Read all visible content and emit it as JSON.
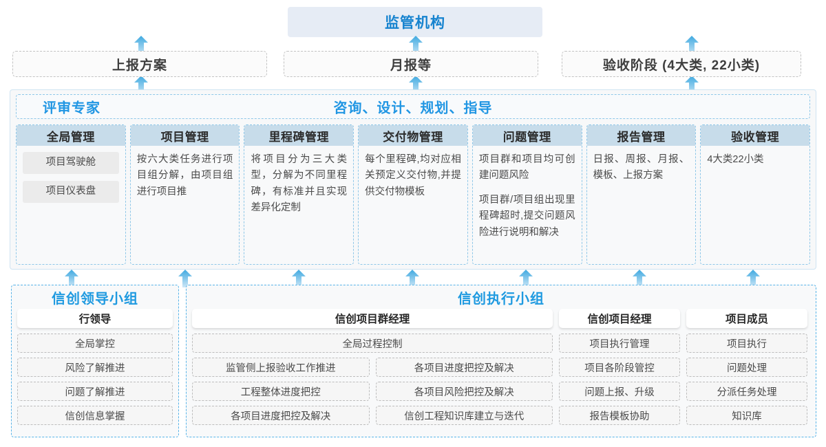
{
  "top": {
    "authority": "监管机构"
  },
  "reports": [
    {
      "label": "上报方案"
    },
    {
      "label": "月报等"
    },
    {
      "label": "验收阶段 (4大类, 22小类)"
    }
  ],
  "mid": {
    "left_label": "评审专家",
    "center_label": "咨询、设计、规划、指导",
    "cards": [
      {
        "title": "全局管理",
        "pills": [
          "项目驾驶舱",
          "项目仪表盘"
        ],
        "paragraphs": []
      },
      {
        "title": "项目管理",
        "pills": [],
        "paragraphs": [
          "按六大类任务进行项目组分解，由项目组进行项目推"
        ]
      },
      {
        "title": "里程碑管理",
        "pills": [],
        "paragraphs": [
          "将项目分为三大类型，分解为不同里程碑，有标准并且实现差异化定制"
        ]
      },
      {
        "title": "交付物管理",
        "pills": [],
        "paragraphs": [
          "每个里程碑,均对应相关预定义交付物,并提供交付物模板"
        ]
      },
      {
        "title": "问题管理",
        "pills": [],
        "paragraphs": [
          "项目群和项目均可创建问题风险",
          "项目群/项目组出现里程碑超时,提交问题风险进行说明和解决"
        ]
      },
      {
        "title": "报告管理",
        "pills": [],
        "paragraphs": [
          "日报、周报、月报、模板、上报方案"
        ]
      },
      {
        "title": "验收管理",
        "pills": [],
        "paragraphs": [
          "4大类22小类"
        ]
      }
    ]
  },
  "bottom": {
    "leader_group": {
      "title": "信创领导小组",
      "role": "行领导",
      "tasks": [
        "全局掌控",
        "风险了解推进",
        "问题了解推进",
        "信创信息掌握"
      ]
    },
    "exec_group": {
      "title": "信创执行小组",
      "program_manager": {
        "role": "信创项目群经理",
        "full_task": "全局过程控制",
        "left_tasks": [
          "监管侧上报验收工作推进",
          "工程整体进度把控",
          "各项目进度把控及解决"
        ],
        "right_tasks": [
          "各项目进度把控及解决",
          "各项目风险把控及解决",
          "信创工程知识库建立与迭代"
        ]
      },
      "project_manager": {
        "role": "信创项目经理",
        "tasks": [
          "项目执行管理",
          "项目各阶段管控",
          "问题上报、升级",
          "报告模板协助"
        ]
      },
      "project_member": {
        "role": "项目成员",
        "tasks": [
          "项目执行",
          "问题处理",
          "分派任务处理",
          "知识库"
        ]
      }
    }
  },
  "colors": {
    "accent_blue": "#1f9ae0",
    "card_header_blue": "#c7dcea",
    "top_bar_bg": "#e6ecf5",
    "arrow_blue": "#3fa9e0"
  }
}
